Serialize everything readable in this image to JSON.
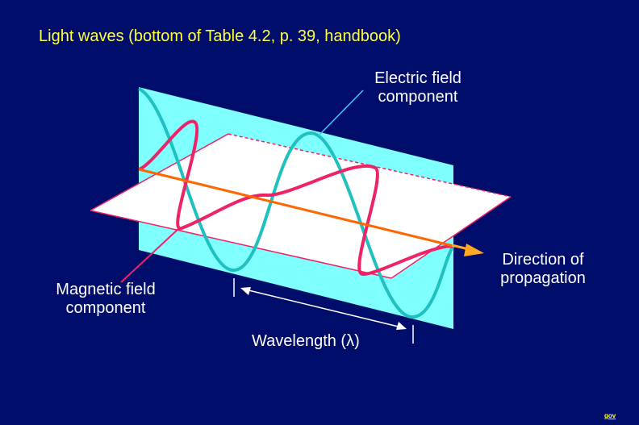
{
  "title": "Light waves (bottom of Table 4.2, p. 39, handbook)",
  "labels": {
    "electric_line1": "Electric field",
    "electric_line2": "component",
    "magnetic_line1": "Magnetic field",
    "magnetic_line2": "component",
    "direction_line1": "Direction of",
    "direction_line2": "propagation",
    "wavelength": "Wavelength (λ)"
  },
  "corner_mark": "gov",
  "colors": {
    "background": "#000d6b",
    "title": "#ffff3c",
    "electric_plane": "#80ffff",
    "electric_wave": "#20c0c0",
    "magnetic_plane": "#ffffff",
    "magnetic_wave": "#ee2266",
    "axis": "#ff6600",
    "arrow": "#ffaa22"
  }
}
